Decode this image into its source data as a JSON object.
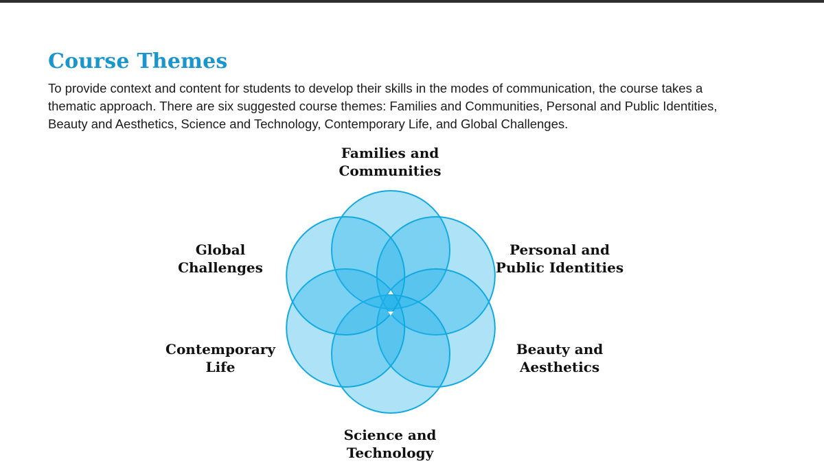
{
  "title": "Course Themes",
  "intro": "To provide context and content for students to develop their skills in the modes of communication, the course takes a thematic approach. There are six suggested course themes: Families and Communities, Personal and Public Identities, Beauty and Aesthetics, Science and Technology, Contemporary Life, and Global Challenges.",
  "themes": [
    {
      "lines": [
        "Families and",
        "Communities"
      ]
    },
    {
      "lines": [
        "Personal and",
        "Public Identities"
      ]
    },
    {
      "lines": [
        "Beauty and",
        "Aesthetics"
      ]
    },
    {
      "lines": [
        "Science and",
        "Technology"
      ]
    },
    {
      "lines": [
        "Contemporary",
        "Life"
      ]
    },
    {
      "lines": [
        "Global",
        "Challenges"
      ]
    }
  ],
  "colors": {
    "accent": "#1a96cf",
    "circle_fill": "#1fb1ea",
    "circle_stroke": "#12a8e0"
  }
}
